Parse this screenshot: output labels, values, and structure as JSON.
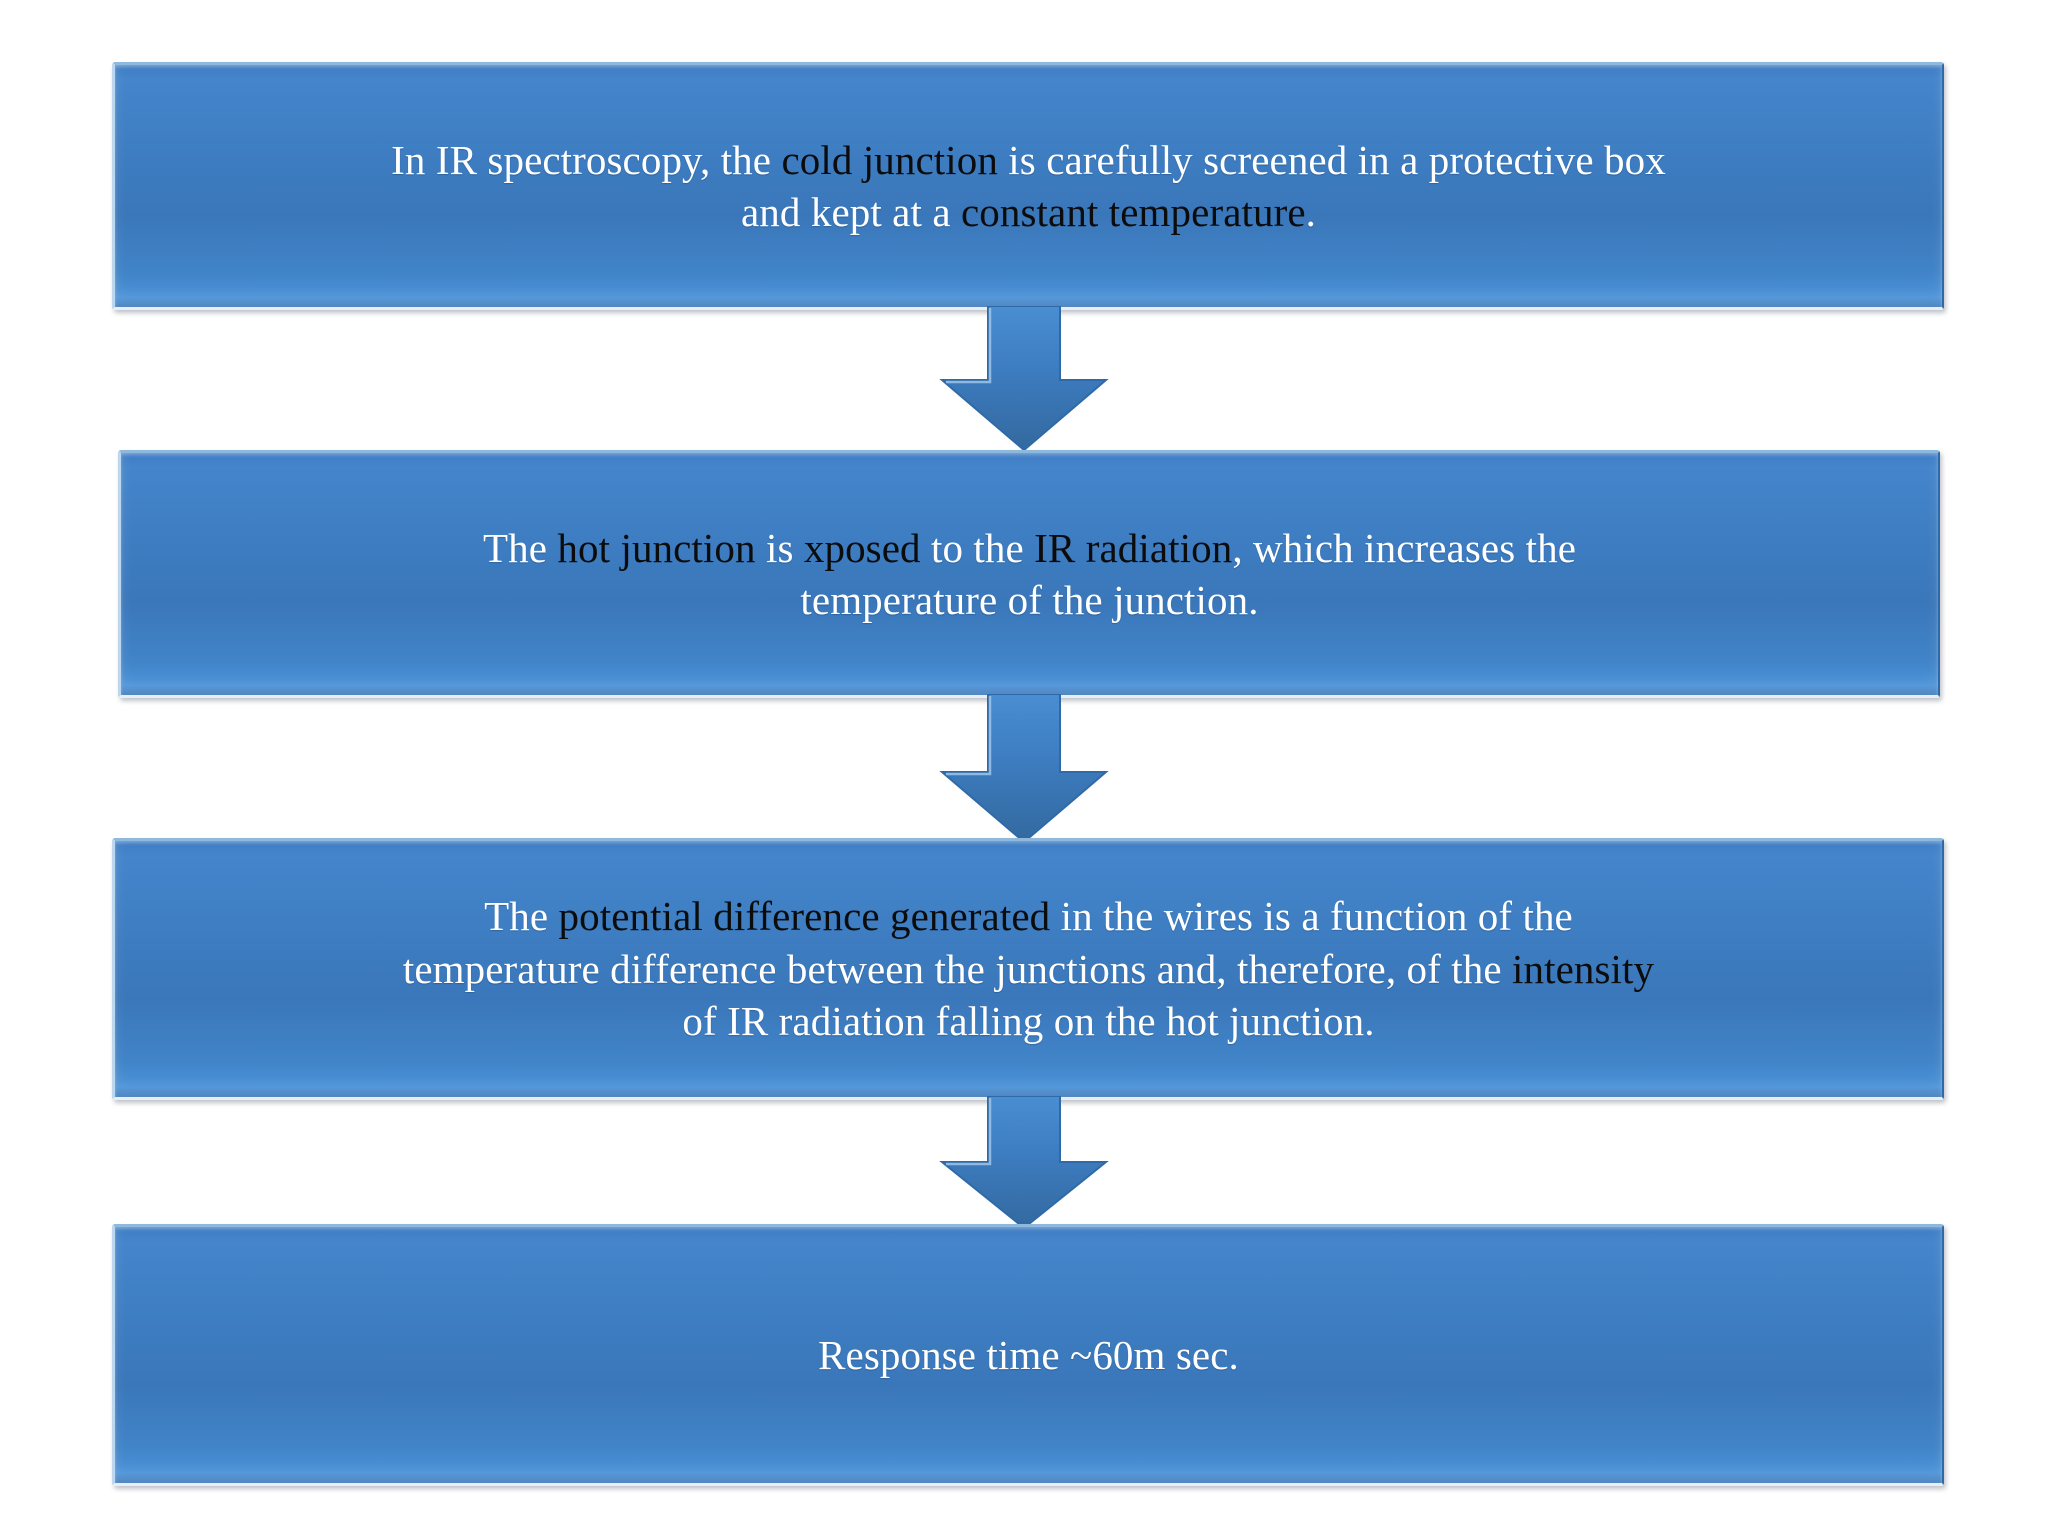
{
  "diagram": {
    "type": "vertical-flowchart",
    "title": "IR spectroscopy thermocouple detector process",
    "orientation": "top-to-bottom",
    "box_count": 4,
    "arrow_count": 3,
    "colors": {
      "box_fill_light": "#4b92d8",
      "box_fill_mid": "#3f7dc4",
      "box_fill_dark": "#3a77ba",
      "box_highlight": "#bcd7ee",
      "arrow_fill": "#3f7dc4",
      "arrow_edge": "#2f6aa8",
      "text_white": "#ffffff",
      "text_black": "#0c0c0c",
      "background": "#ffffff"
    },
    "steps": [
      {
        "id": "step-1",
        "lines": [
          [
            {
              "text": "In IR spectroscopy, the ",
              "color": "white"
            },
            {
              "text": "cold junction",
              "color": "black"
            },
            {
              "text": " is carefully screened in a protective box",
              "color": "white"
            }
          ],
          [
            {
              "text": "and kept at a ",
              "color": "white"
            },
            {
              "text": "constant temperature",
              "color": "black"
            },
            {
              "text": ".",
              "color": "white"
            }
          ]
        ],
        "plain_text": "In IR spectroscopy, the cold junction is carefully screened in a protective box and kept at a constant temperature."
      },
      {
        "id": "step-2",
        "lines": [
          [
            {
              "text": "The ",
              "color": "white"
            },
            {
              "text": "hot junction",
              "color": "black"
            },
            {
              "text": " is ",
              "color": "white"
            },
            {
              "text": "xposed",
              "color": "black"
            },
            {
              "text": " to the ",
              "color": "white"
            },
            {
              "text": "IR radiation",
              "color": "black"
            },
            {
              "text": ", which increases the",
              "color": "white"
            }
          ],
          [
            {
              "text": "temperature of the junction.",
              "color": "white"
            }
          ]
        ],
        "plain_text": "The hot junction is xposed to the IR radiation, which increases the temperature of the junction."
      },
      {
        "id": "step-3",
        "lines": [
          [
            {
              "text": "The ",
              "color": "white"
            },
            {
              "text": "potential difference generated",
              "color": "black"
            },
            {
              "text": " in the wires is a function of the",
              "color": "white"
            }
          ],
          [
            {
              "text": "temperature difference between the junctions and, therefore, of the ",
              "color": "white"
            },
            {
              "text": "intensity",
              "color": "black"
            }
          ],
          [
            {
              "text": "of IR radiation falling on the hot junction.",
              "color": "white"
            }
          ]
        ],
        "plain_text": "The potential difference generated in the wires is a function of the temperature difference between the junctions and, therefore, of the intensity of IR radiation falling on the hot junction."
      },
      {
        "id": "step-4",
        "lines": [
          [
            {
              "text": "Response time ~60m sec",
              "color": "white"
            },
            {
              "text": ".",
              "color": "white"
            }
          ]
        ],
        "plain_text": "Response time ~60m sec."
      }
    ],
    "arrows": [
      {
        "id": "arrow-1",
        "from": "step-1",
        "to": "step-2",
        "direction": "down"
      },
      {
        "id": "arrow-2",
        "from": "step-2",
        "to": "step-3",
        "direction": "down"
      },
      {
        "id": "arrow-3",
        "from": "step-3",
        "to": "step-4",
        "direction": "down"
      }
    ]
  }
}
